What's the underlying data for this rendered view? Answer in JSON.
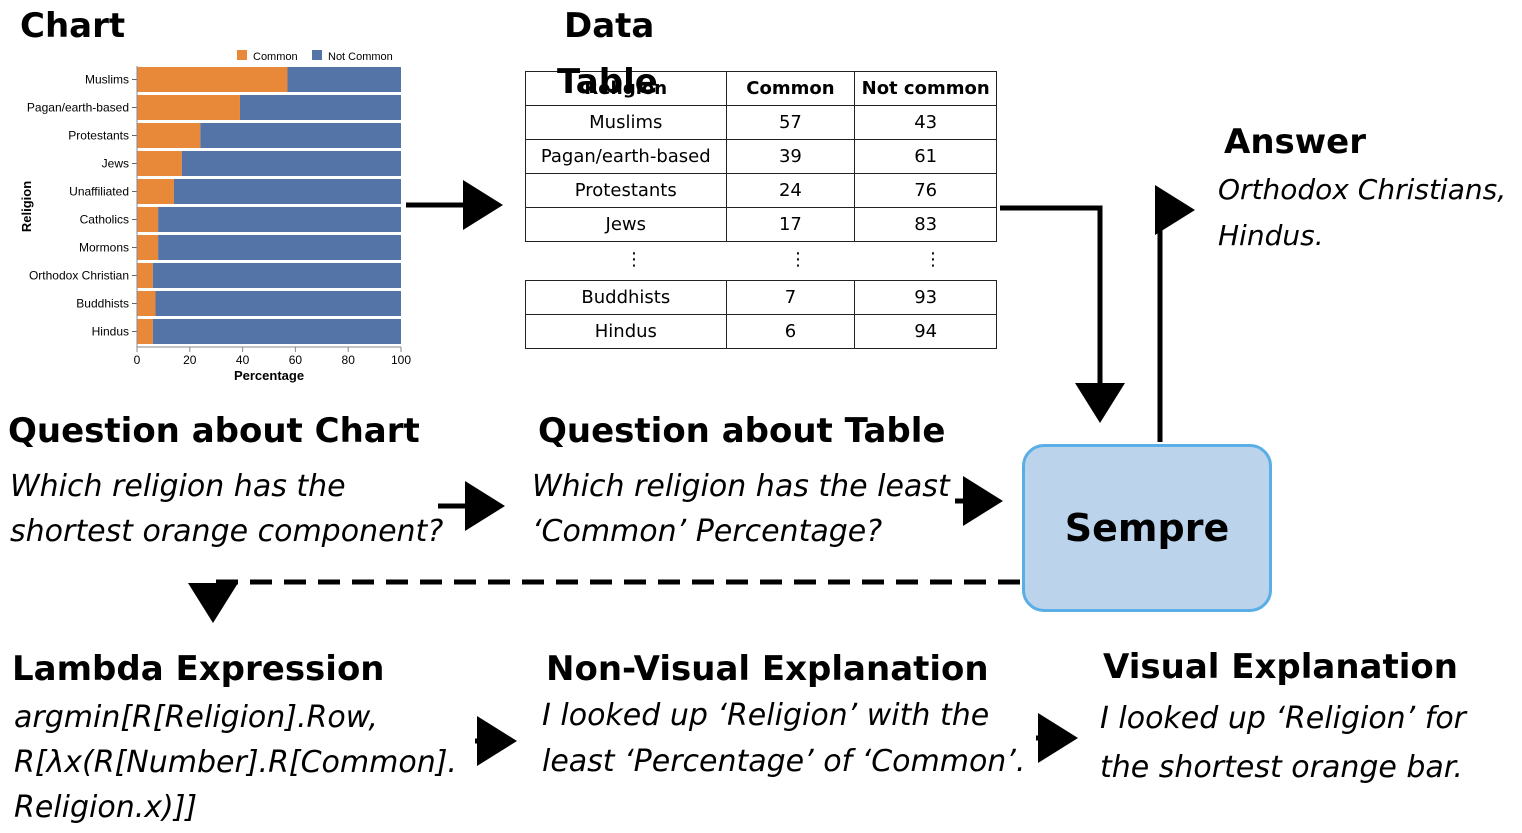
{
  "labels": {
    "chart": "Chart",
    "data_table_line1": "Data",
    "data_table_line2": "Table",
    "answer": "Answer",
    "question_chart": "Question about Chart",
    "question_table": "Question about Table",
    "lambda": "Lambda Expression",
    "nonvisual": "Non-Visual Explanation",
    "visual": "Visual Explanation"
  },
  "answer_text": [
    "Orthodox Christians,",
    "Hindus."
  ],
  "question_chart_text": [
    "Which religion has the",
    "shortest orange component?"
  ],
  "question_table_text": [
    "Which religion has the least",
    "‘Common’ Percentage?"
  ],
  "sempre": "Sempre",
  "lambda_text": [
    "argmin[R[Religion].Row,",
    "R[λx(R[Number].R[Common].",
    "Religion.x)]]"
  ],
  "nonvisual_text": [
    "I looked up ‘Religion’ with the",
    "least ‘Percentage’ of ‘Common’."
  ],
  "visual_text": [
    "I looked up ‘Religion’ for",
    "the shortest orange bar."
  ],
  "table": {
    "headers": [
      "Religion",
      "Common",
      "Not common"
    ],
    "rows": [
      [
        "Muslims",
        "57",
        "43"
      ],
      [
        "Pagan/earth-based",
        "39",
        "61"
      ],
      [
        "Protestants",
        "24",
        "76"
      ],
      [
        "Jews",
        "17",
        "83"
      ]
    ],
    "ellipsis": "⋮",
    "rows_bottom": [
      [
        "Buddhists",
        "7",
        "93"
      ],
      [
        "Hindus",
        "6",
        "94"
      ]
    ]
  },
  "chart_data": {
    "type": "bar",
    "orientation": "horizontal-stacked",
    "categories": [
      "Muslims",
      "Pagan/earth-based",
      "Protestants",
      "Jews",
      "Unaffiliated",
      "Catholics",
      "Mormons",
      "Orthodox Christian",
      "Buddhists",
      "Hindus"
    ],
    "series": [
      {
        "name": "Common",
        "values": [
          57,
          39,
          24,
          17,
          14,
          8,
          8,
          6,
          7,
          6
        ],
        "color": "#e8893a"
      },
      {
        "name": "Not Common",
        "values": [
          43,
          61,
          76,
          83,
          86,
          92,
          92,
          94,
          93,
          94
        ],
        "color": "#5474a8"
      }
    ],
    "xlabel": "Percentage",
    "ylabel": "Religion",
    "xlim": [
      0,
      100
    ],
    "xticks": [
      0,
      20,
      40,
      60,
      80,
      100
    ],
    "legend": "top-right"
  }
}
